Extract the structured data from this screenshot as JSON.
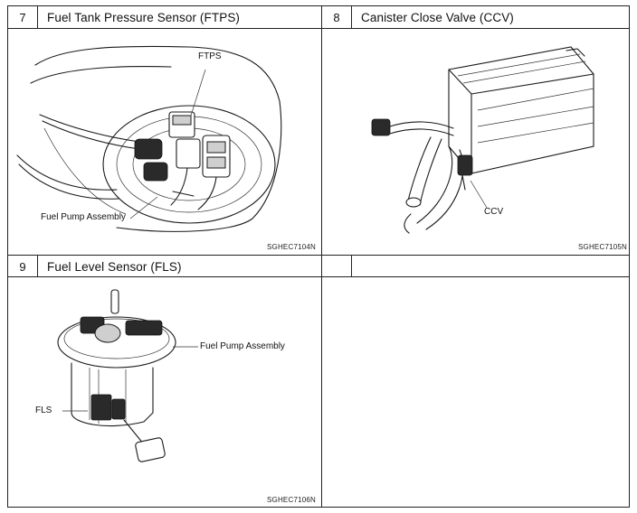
{
  "cells": [
    {
      "number": "7",
      "title": "Fuel Tank Pressure Sensor (FTPS)",
      "code": "SGHEC7104N",
      "labels": {
        "sensor": "FTPS",
        "assembly": "Fuel Pump Assembly"
      }
    },
    {
      "number": "8",
      "title": "Canister Close Valve (CCV)",
      "code": "SGHEC7105N",
      "labels": {
        "valve": "CCV"
      }
    },
    {
      "number": "9",
      "title": "Fuel Level Sensor (FLS)",
      "code": "SGHEC7106N",
      "labels": {
        "assembly": "Fuel Pump Assembly",
        "sensor": "FLS"
      }
    },
    {
      "number": "",
      "title": "",
      "code": ""
    }
  ]
}
